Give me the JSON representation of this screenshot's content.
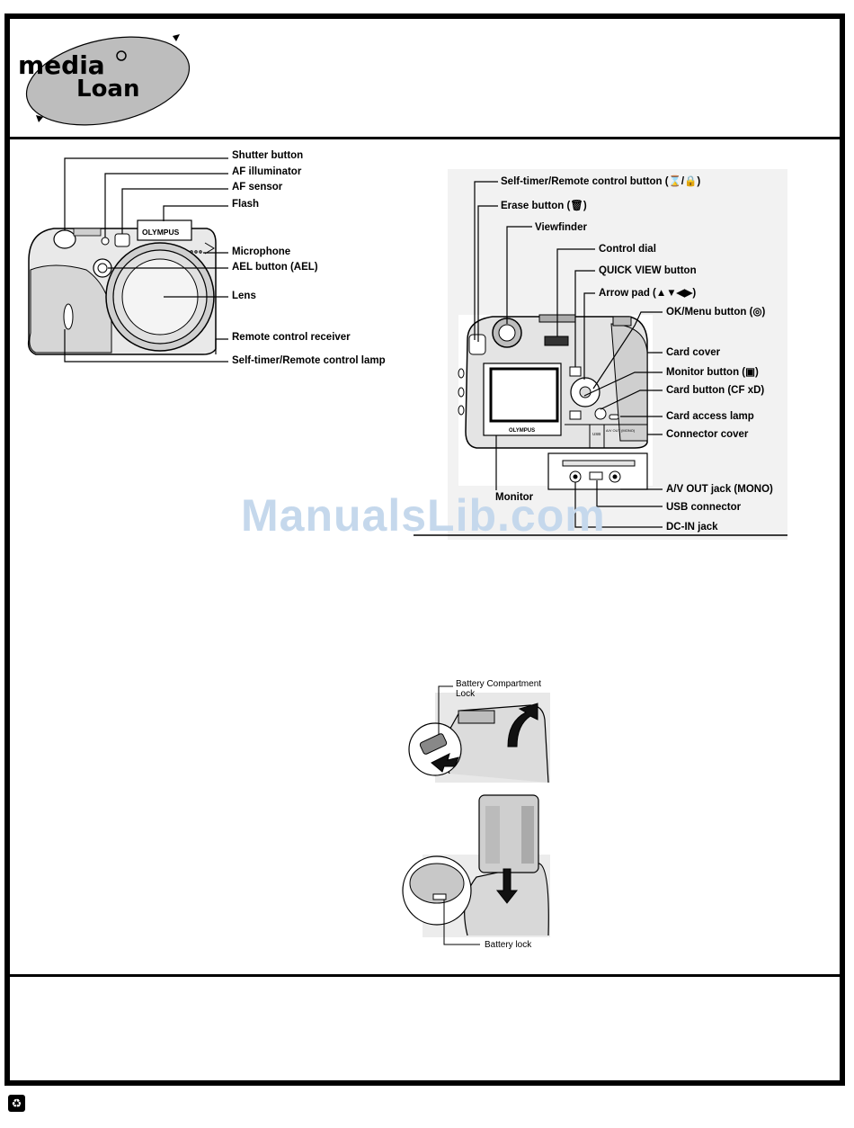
{
  "logo": {
    "line1": "media",
    "line2": "Loan"
  },
  "front_view": {
    "brand": "OLYMPUS",
    "labels": [
      "Shutter button",
      "AF illuminator",
      "AF sensor",
      "Flash",
      "Microphone",
      "AEL button (AEL)",
      "Lens",
      "Remote control receiver",
      "Self-timer/Remote control lamp"
    ]
  },
  "back_view": {
    "brand": "OLYMPUS",
    "port_labels": [
      "USB",
      "A/V OUT (MONO)"
    ],
    "labels": [
      "Self-timer/Remote control button (⌛/🔒)",
      "Erase button (🗑)",
      "Viewfinder",
      "Control dial",
      "QUICK VIEW button",
      "Arrow pad (▲▼◀▶)",
      "OK/Menu button (◎)",
      "Card cover",
      "Monitor button (▣)",
      "Card button (CF xD)",
      "Card access lamp",
      "Connector cover",
      "Monitor",
      "A/V OUT jack (MONO)",
      "USB connector",
      "DC-IN jack"
    ]
  },
  "battery": {
    "compartment_lock_line1": "Battery Compartment",
    "compartment_lock_line2": "Lock",
    "battery_lock": "Battery lock"
  },
  "watermark": "ManualsLib.com",
  "footer_icon": "recycle-icon"
}
